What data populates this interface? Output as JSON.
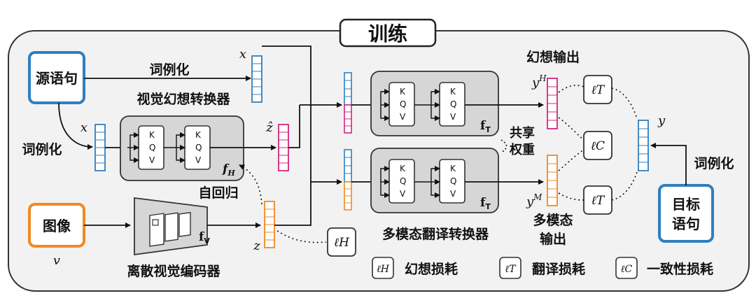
{
  "title": "训练",
  "source_box": "源语句",
  "target_box": [
    "目标",
    "语句"
  ],
  "image_box": "图像",
  "image_var": "v",
  "tokenize_label": "词例化",
  "x_label": "x",
  "zhat_label": "ẑ",
  "z_label": "z",
  "y_label": "y",
  "visual_hallucination_transformer": "视觉幻想转换器",
  "autoregressive": "自回归",
  "discrete_visual_encoder": "离散视觉编码器",
  "multimodal_translation_transformer": "多模态翻译转换器",
  "hallucination_output": "幻想输出",
  "multimodal_output": [
    "多模态",
    "输出"
  ],
  "shared_weights": [
    "共享",
    "权重"
  ],
  "yH_label": "y",
  "yH_sup": "H",
  "yM_label": "y",
  "yM_sup": "M",
  "fH": "f",
  "fH_sub": "H",
  "fT": "f",
  "fT_sub": "T",
  "fV": "f",
  "fV_sub": "V",
  "kqv": [
    "K",
    "Q",
    "V"
  ],
  "loss_H_symbol": "ℓH",
  "loss_T_symbol": "ℓT",
  "loss_C_symbol": "ℓC",
  "legend": [
    {
      "symbol": "ℓH",
      "label": "幻想损耗"
    },
    {
      "symbol": "ℓT",
      "label": "翻译损耗"
    },
    {
      "symbol": "ℓC",
      "label": "一致性损耗"
    }
  ],
  "colors": {
    "blue": "#2f7fbf",
    "magenta": "#d4267e",
    "orange": "#ef8a22",
    "gray_fill": "#d6d6d6",
    "panel_fill": "#f2f2f2"
  }
}
